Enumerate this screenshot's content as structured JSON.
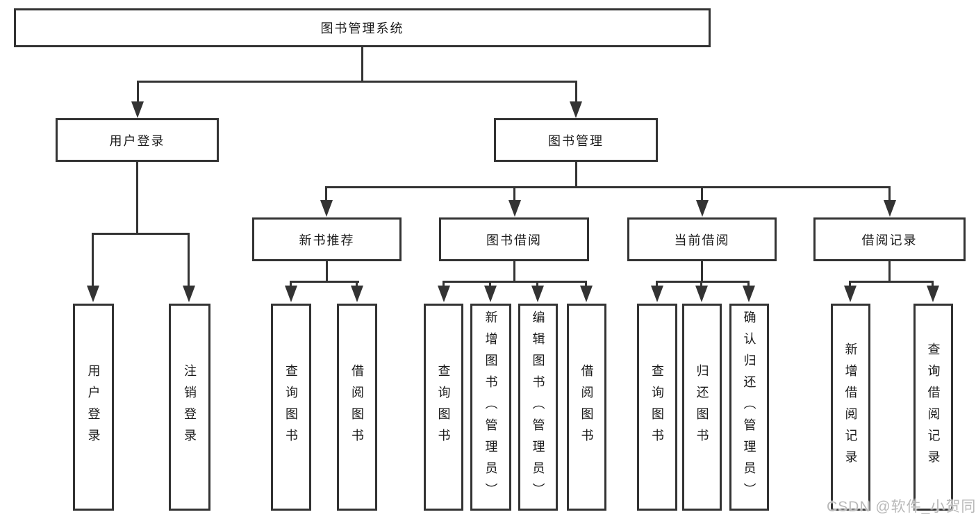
{
  "diagram": {
    "root": "图书管理系统",
    "level2": {
      "user_login": "用户登录",
      "book_management": "图书管理"
    },
    "level3": {
      "new_book_recommend": "新书推荐",
      "book_borrowing": "图书借阅",
      "current_borrowing": "当前借阅",
      "borrowing_records": "借阅记录"
    },
    "leaves": {
      "login": "用户登录",
      "logout": "注销登录",
      "recommend_query_books": "查询图书",
      "recommend_borrow_books": "借阅图书",
      "borrowing_query_books": "查询图书",
      "borrowing_add_books": "新增图书（管理员）",
      "borrowing_edit_books": "编辑图书（管理员）",
      "borrowing_borrow_books": "借阅图书",
      "current_query_books": "查询图书",
      "current_return_books": "归还图书",
      "current_confirm_return": "确认归还（管理员）",
      "records_add_record": "新增借阅记录",
      "records_query_record": "查询借阅记录"
    }
  },
  "watermark": "CSDN @软件_小贺同学",
  "colors": {
    "line": "#333333",
    "text": "#1a1a1a",
    "watermark": "#b9b9b9",
    "background": "#ffffff"
  }
}
